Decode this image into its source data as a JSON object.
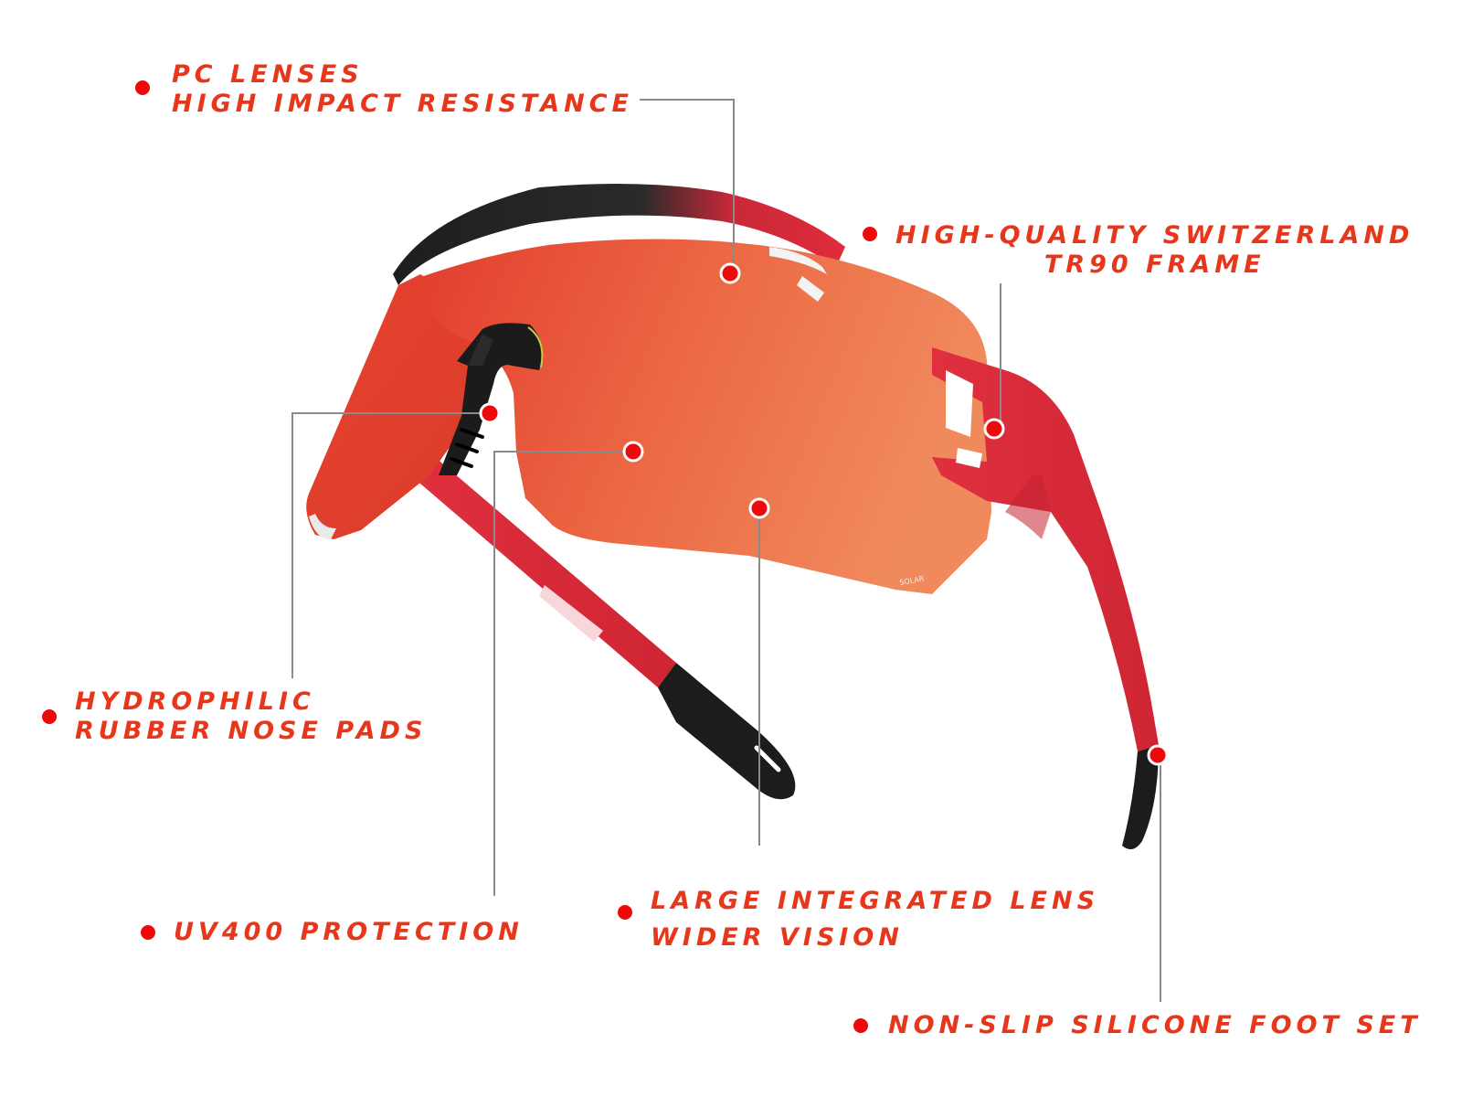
{
  "features": [
    {
      "id": "pc-lenses",
      "lines": [
        "PC LENSES",
        "HIGH IMPACT RESISTANCE"
      ]
    },
    {
      "id": "tr90-frame",
      "lines": [
        "HIGH-QUALITY SWITZERLAND",
        "TR90 FRAME"
      ]
    },
    {
      "id": "nose-pads",
      "lines": [
        "HYDROPHILIC",
        "RUBBER NOSE PADS"
      ]
    },
    {
      "id": "uv400",
      "lines": [
        "UV400 PROTECTION"
      ]
    },
    {
      "id": "large-lens",
      "lines": [
        "LARGE INTEGRATED LENS",
        "WIDER VISION"
      ]
    },
    {
      "id": "foot-set",
      "lines": [
        "NON-SLIP SILICONE FOOT SET"
      ]
    }
  ],
  "colors": {
    "label_text": "#e8361b",
    "bullet": "#ee0a0a",
    "frame_red": "#dc2a32",
    "lens_start": "#e23a2c",
    "lens_end": "#f08a5c",
    "rubber": "#1c1c1c",
    "leader_line": "#8a8a8a"
  }
}
